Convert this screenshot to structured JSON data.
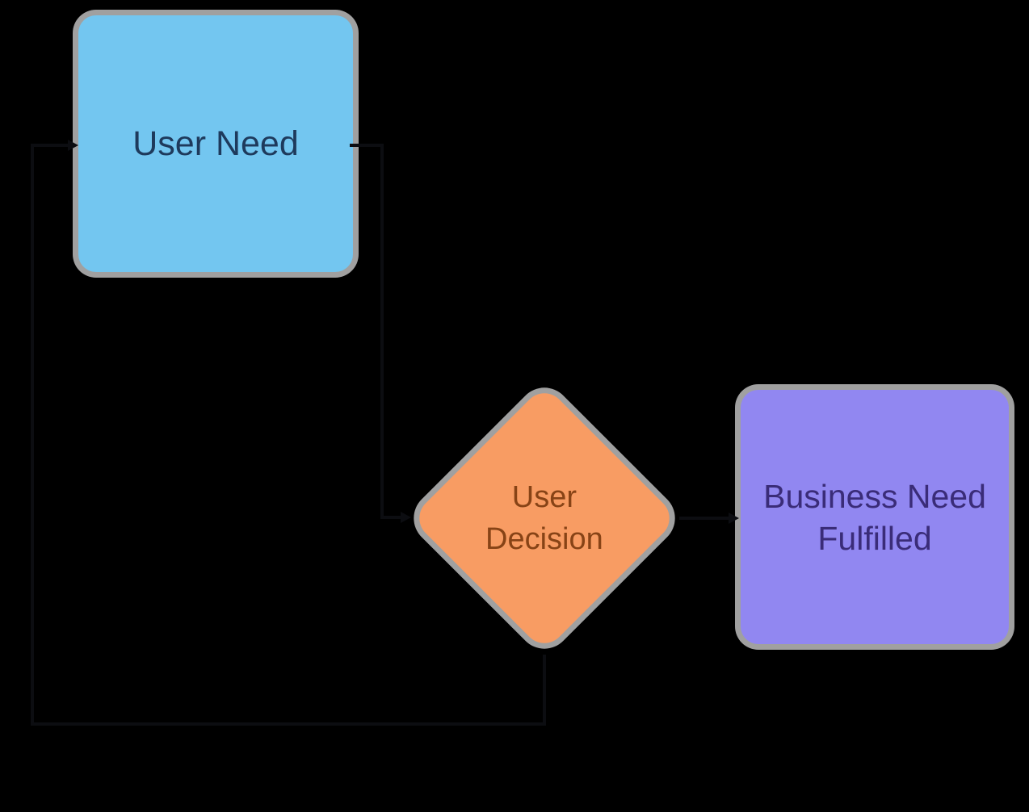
{
  "canvas": {
    "background": "#000000"
  },
  "diagram": {
    "nodes": {
      "user_need": {
        "label": "User Need",
        "shape": "rounded-rectangle",
        "fill": "#73c6f0",
        "text_color": "#1e3a5c"
      },
      "user_decision": {
        "label": "User\nDecision",
        "shape": "diamond",
        "fill": "#f89c63",
        "text_color": "#874316"
      },
      "business_need": {
        "label": "Business Need\nFulfilled",
        "shape": "rounded-rectangle",
        "fill": "#9187f1",
        "text_color": "#3a2c78"
      }
    },
    "edges": [
      {
        "from": "user_need",
        "to": "user_decision",
        "entry": "left-tip"
      },
      {
        "from": "user_decision",
        "to": "business_need",
        "entry": "left-edge"
      },
      {
        "from": "user_decision",
        "to": "user_need",
        "entry": "left-edge",
        "type": "loop-back"
      }
    ],
    "style": {
      "node_shadow_color": "#a0a0a0",
      "edge_color": "#0c0d11"
    }
  }
}
